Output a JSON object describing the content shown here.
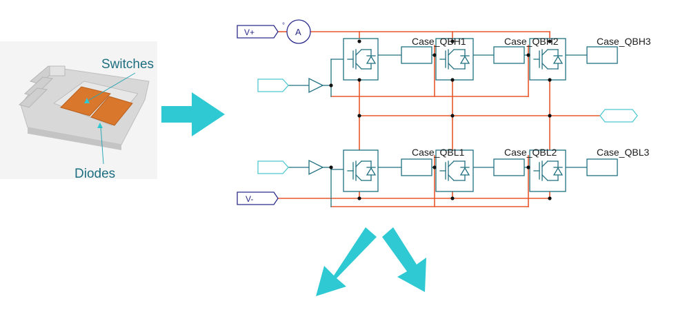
{
  "module_illustration": {
    "switches_label": "Switches",
    "diodes_label": "Diodes"
  },
  "schematic": {
    "vplus_label": "V+",
    "vminus_label": "V-",
    "ammeter_label": "A",
    "high_side_cases": [
      "Case_QBH1",
      "Case_QBH2",
      "Case_QBH3"
    ],
    "low_side_cases": [
      "Case_QBL1",
      "Case_QBL2",
      "Case_QBL3"
    ]
  },
  "colors": {
    "accent_teal": "#2ec9d3",
    "wire_orange": "#e8562a",
    "component_teal": "#1f6f80",
    "terminal_navy": "#2a2a8a",
    "die_orange": "#d9772c"
  }
}
